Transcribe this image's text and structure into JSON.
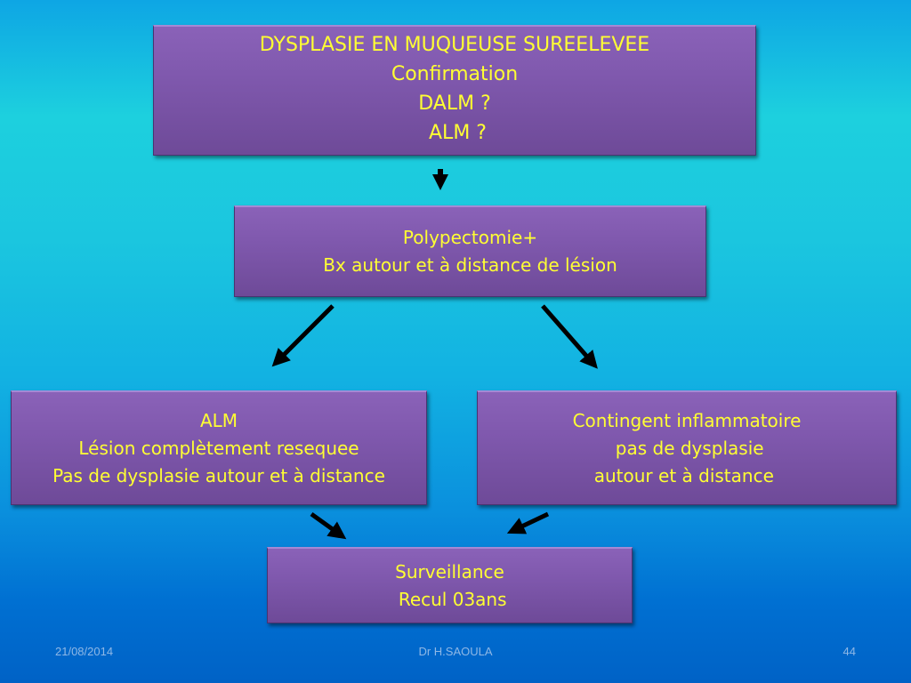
{
  "slide": {
    "background_colors": [
      "#0ea6e4",
      "#1dd0de",
      "#0a8fdd",
      "#0062c6"
    ],
    "box_color": "#7f58ad",
    "text_color": "#ffff33"
  },
  "boxes": {
    "top": {
      "lines": [
        "DYSPLASIE EN MUQUEUSE SUREELEVEE",
        "Confirmation",
        "DALM ?",
        " ALM ?"
      ]
    },
    "polypectomy": {
      "lines": [
        "Polypectomie+",
        "Bx autour et à distance de lésion"
      ]
    },
    "left": {
      "lines": [
        "ALM",
        "Lésion complètement resequee",
        "Pas de dysplasie autour et à distance"
      ]
    },
    "right": {
      "lines": [
        "Contingent inflammatoire",
        " pas de dysplasie",
        "autour et à distance "
      ]
    },
    "bottom": {
      "lines": [
        "Surveillance",
        " Recul 03ans"
      ]
    }
  },
  "arrows": [
    {
      "from": "top",
      "to": "polypectomy",
      "icon": "arrow-down-icon"
    },
    {
      "from": "polypectomy",
      "to": "left",
      "icon": "arrow-down-left-icon"
    },
    {
      "from": "polypectomy",
      "to": "right",
      "icon": "arrow-down-right-icon"
    },
    {
      "from": "left",
      "to": "bottom",
      "icon": "arrow-down-right-icon"
    },
    {
      "from": "right",
      "to": "bottom",
      "icon": "arrow-down-left-icon"
    }
  ],
  "footer": {
    "date": "21/08/2014",
    "author": "Dr H.SAOULA",
    "page": "44"
  }
}
